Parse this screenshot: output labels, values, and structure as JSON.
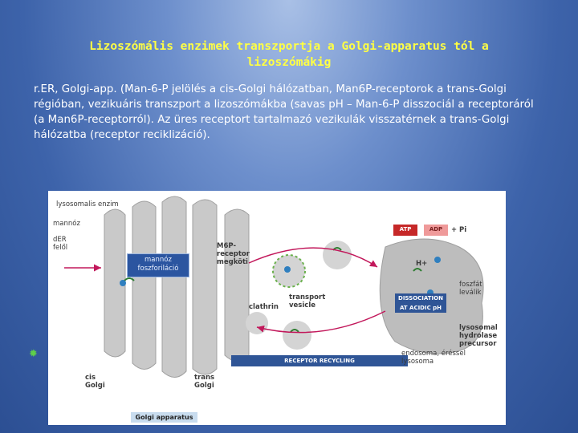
{
  "slide": {
    "title": "Lizoszómális enzimek transzportja a Golgi-apparatus tól a lizoszómákig",
    "body": "r.ER, Golgi-app. (Man-6-P jelölés a cis-Golgi hálózatban, Man6P-receptorok a trans-Golgi régióban, vezikuáris transzport a lizoszómákba (savas pH – Man-6-P disszociál a receptoráról (a Man6P-receptorról). Az üres receptort tartalmazó vezikulák visszatérnek a trans-Golgi hálózatba (receptor reciklizáció)."
  },
  "diagram": {
    "labels": {
      "lysosomal_enzyme": "lysosomalis enzim",
      "mannose": "mannóz",
      "der_from": "dER felől",
      "m6p_receptor_binds": "M6P-receptor megköti",
      "transport_vesicle": "transport vesicle",
      "clathrin": "clathrin",
      "atp": "ATP",
      "adp": "ADP",
      "plus": "+",
      "pi": "Pi",
      "h_plus": "H+",
      "phosphate_leaves": "foszfát leválik",
      "dissociation": "DISSOCIATION AT ACIDIC pH",
      "lysosomal_hydrolase_precursor": "lysosomal hydrolase precursor",
      "endosome": "endosoma, éréssel lysosoma",
      "receptor_recycling": "RECEPTOR RECYCLING",
      "cis_golgi": "cis Golgi",
      "trans_golgi": "trans Golgi",
      "golgi_apparatus": "Golgi apparatus",
      "mannose_phosphorylation": "mannóz foszforiláció"
    }
  },
  "colors": {
    "title": "#ffff44",
    "golgi_fill": "#c9c9c9",
    "lysosome_fill": "#bdbdbd",
    "arrow": "#c2185b",
    "recycling_bar": "#2f5596",
    "atp_box": "#c62828",
    "adp_box": "#ef9a9a",
    "bullet": "#5fcf4a"
  }
}
